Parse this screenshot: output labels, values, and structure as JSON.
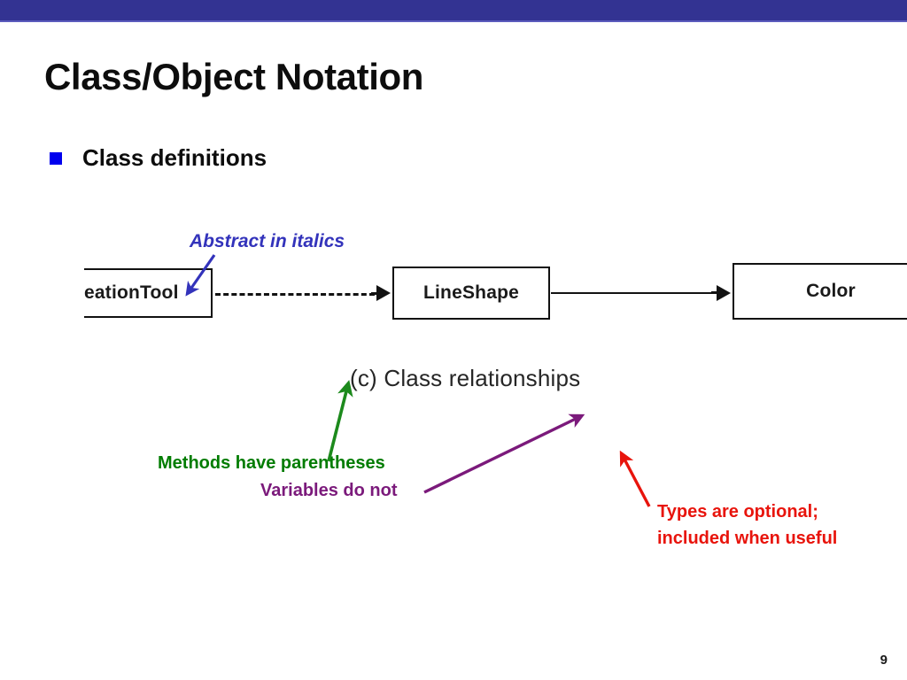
{
  "slide": {
    "title": "Class/Object Notation",
    "page_number": "9",
    "accent_bar_color": "#333392",
    "accent_bar_underline_color": "#5b5bbd",
    "background_color": "#ffffff"
  },
  "bullets": [
    {
      "label": "Class definitions",
      "marker": "blue-square-bullet",
      "marker_color": "#0000ee"
    }
  ],
  "figure": {
    "caption": "(c) Class relationships",
    "caption_color": "#262626",
    "boxes": [
      {
        "label": "eationTool",
        "full_label_hint": "eationTool",
        "clipped": "left"
      },
      {
        "label": "LineShape",
        "clipped": "none"
      },
      {
        "label": "Color",
        "clipped": "right"
      }
    ],
    "connectors": [
      {
        "from": "eationTool",
        "to": "LineShape",
        "style": "dashed",
        "arrowhead": "filled-solid-triangle"
      },
      {
        "from": "LineShape",
        "to": "Color",
        "style": "solid",
        "arrowhead": "filled-solid-triangle"
      }
    ]
  },
  "annotations": [
    {
      "id": "abstract",
      "text": "Abstract in italics",
      "color": "#3333bb",
      "style": "bold-italic",
      "arrow": "blue-arrow-down-left",
      "points_at": "eationTool class box name"
    },
    {
      "id": "methods",
      "text": "Methods have parentheses",
      "color": "#007c00",
      "style": "bold",
      "arrow": "green-arrow-up",
      "points_at": "figure caption"
    },
    {
      "id": "variables",
      "text": "Variables do not",
      "color": "#7b1a7b",
      "style": "bold",
      "arrow": "purple-arrow-up-right",
      "points_at": "right side of figure"
    },
    {
      "id": "types",
      "line1": "Types are optional;",
      "line2": "included when useful",
      "color": "#e8140c",
      "style": "bold",
      "arrow": "red-arrow-up-left",
      "points_at": "Color class box"
    }
  ],
  "arrow_colors": {
    "blue": "#3333bb",
    "green": "#1c8a1c",
    "purple": "#7b1a7b",
    "red": "#e8140c"
  }
}
